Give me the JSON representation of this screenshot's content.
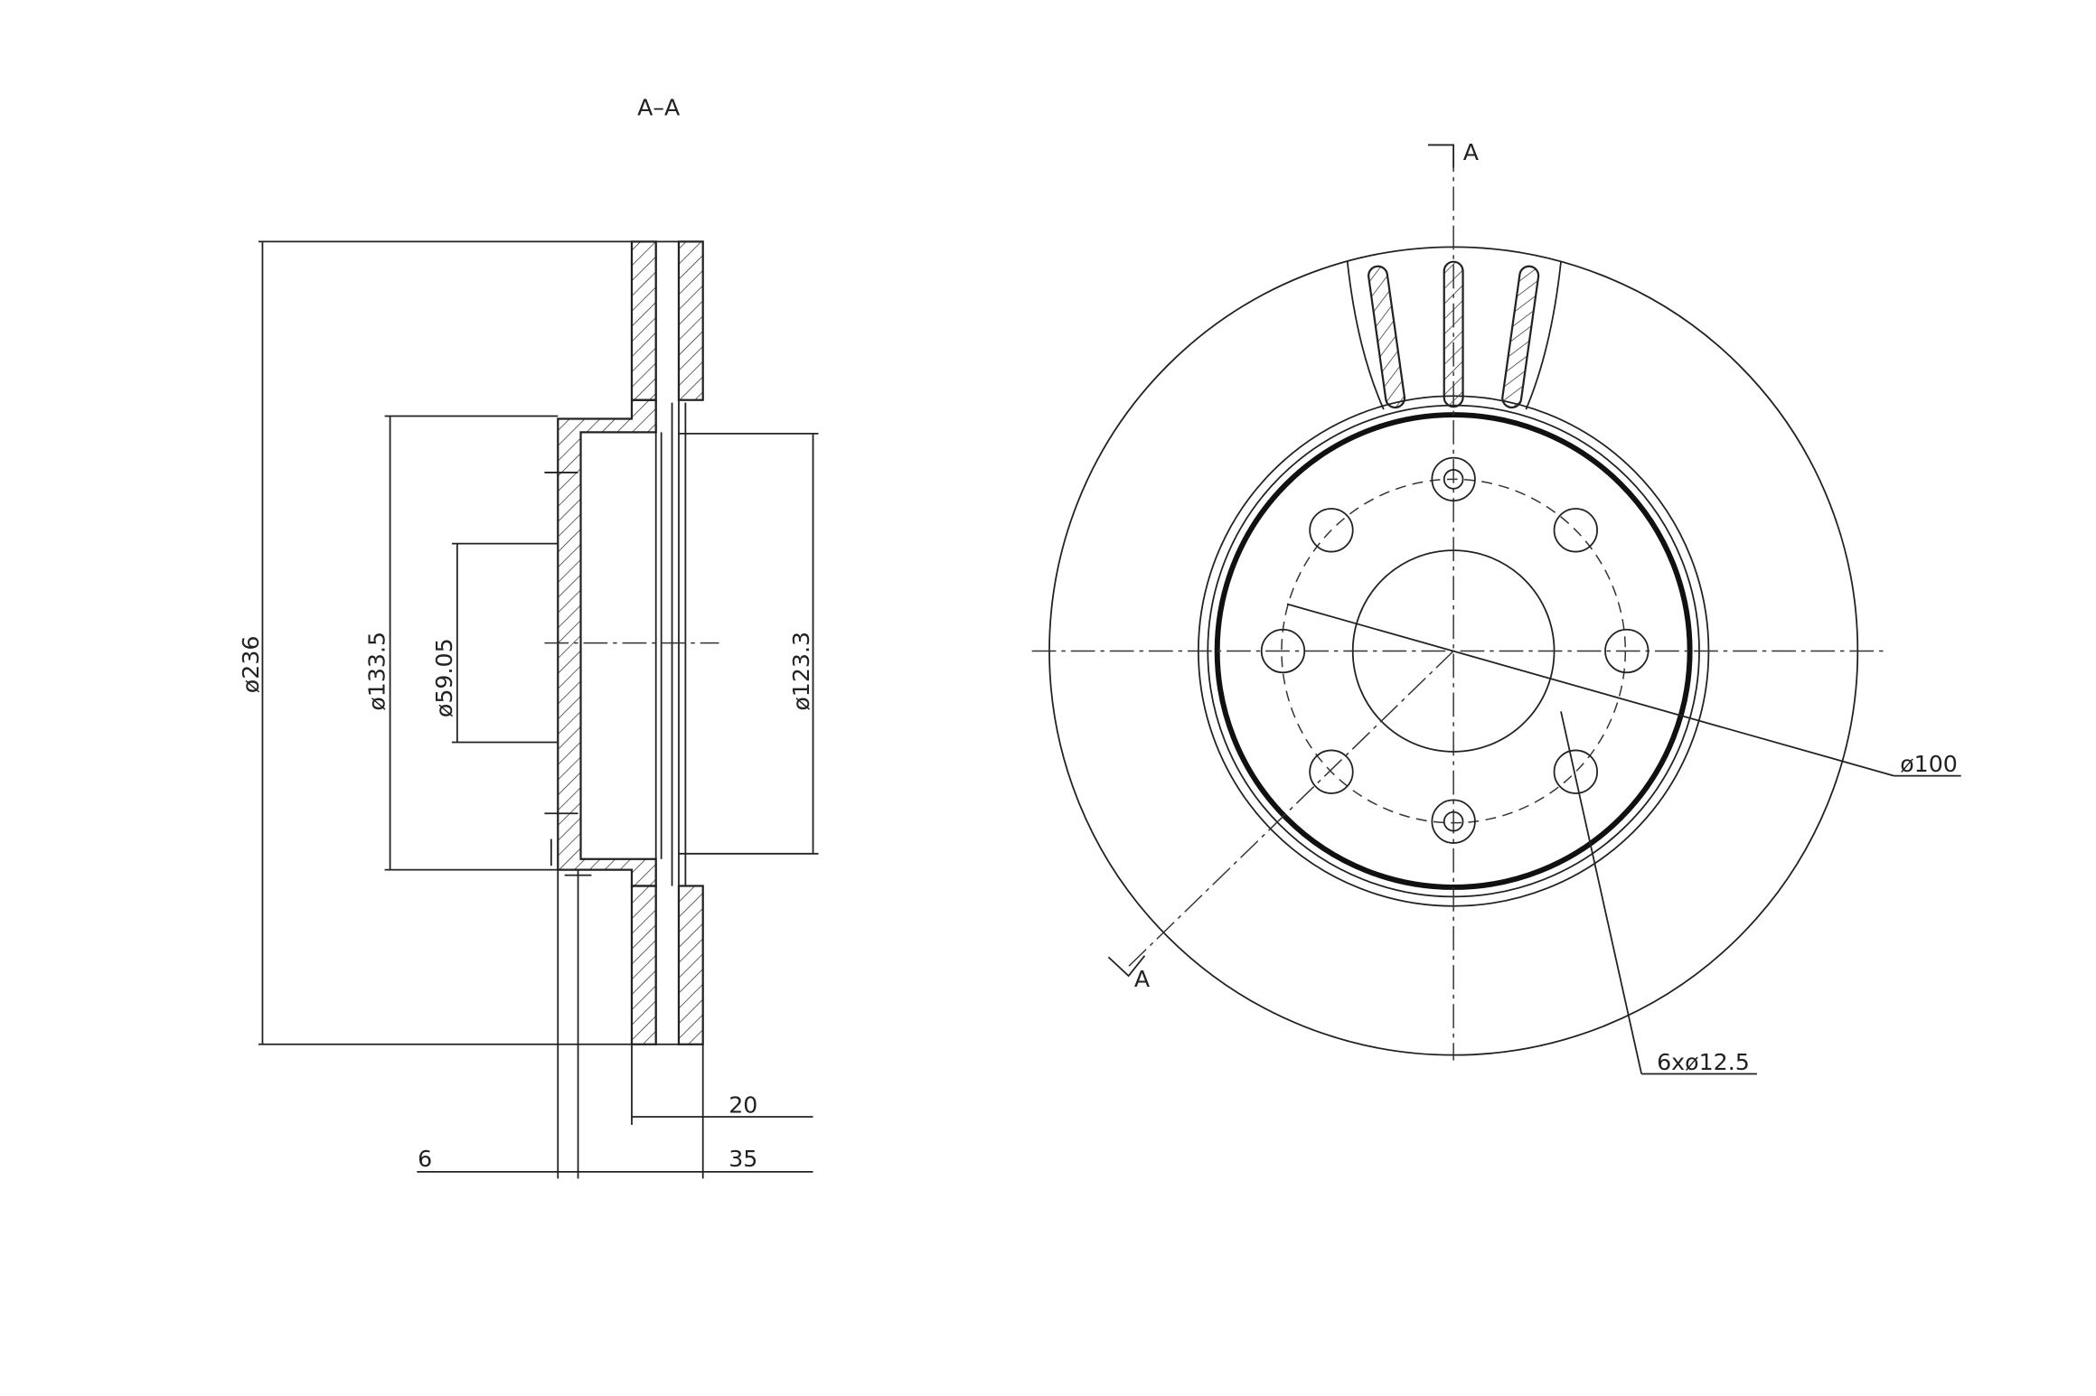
{
  "section_title": "A–A",
  "section_marker_top": "A",
  "section_marker_bottom": "A",
  "dimensions": {
    "outer_diameter": "ø236",
    "hat_diameter": "ø133.5",
    "center_bore": "ø59.05",
    "inner_diameter": "ø123.3",
    "pcd": "ø100",
    "holes": "6xø12.5",
    "thickness": "20",
    "height": "35",
    "hat_thickness": "6"
  }
}
